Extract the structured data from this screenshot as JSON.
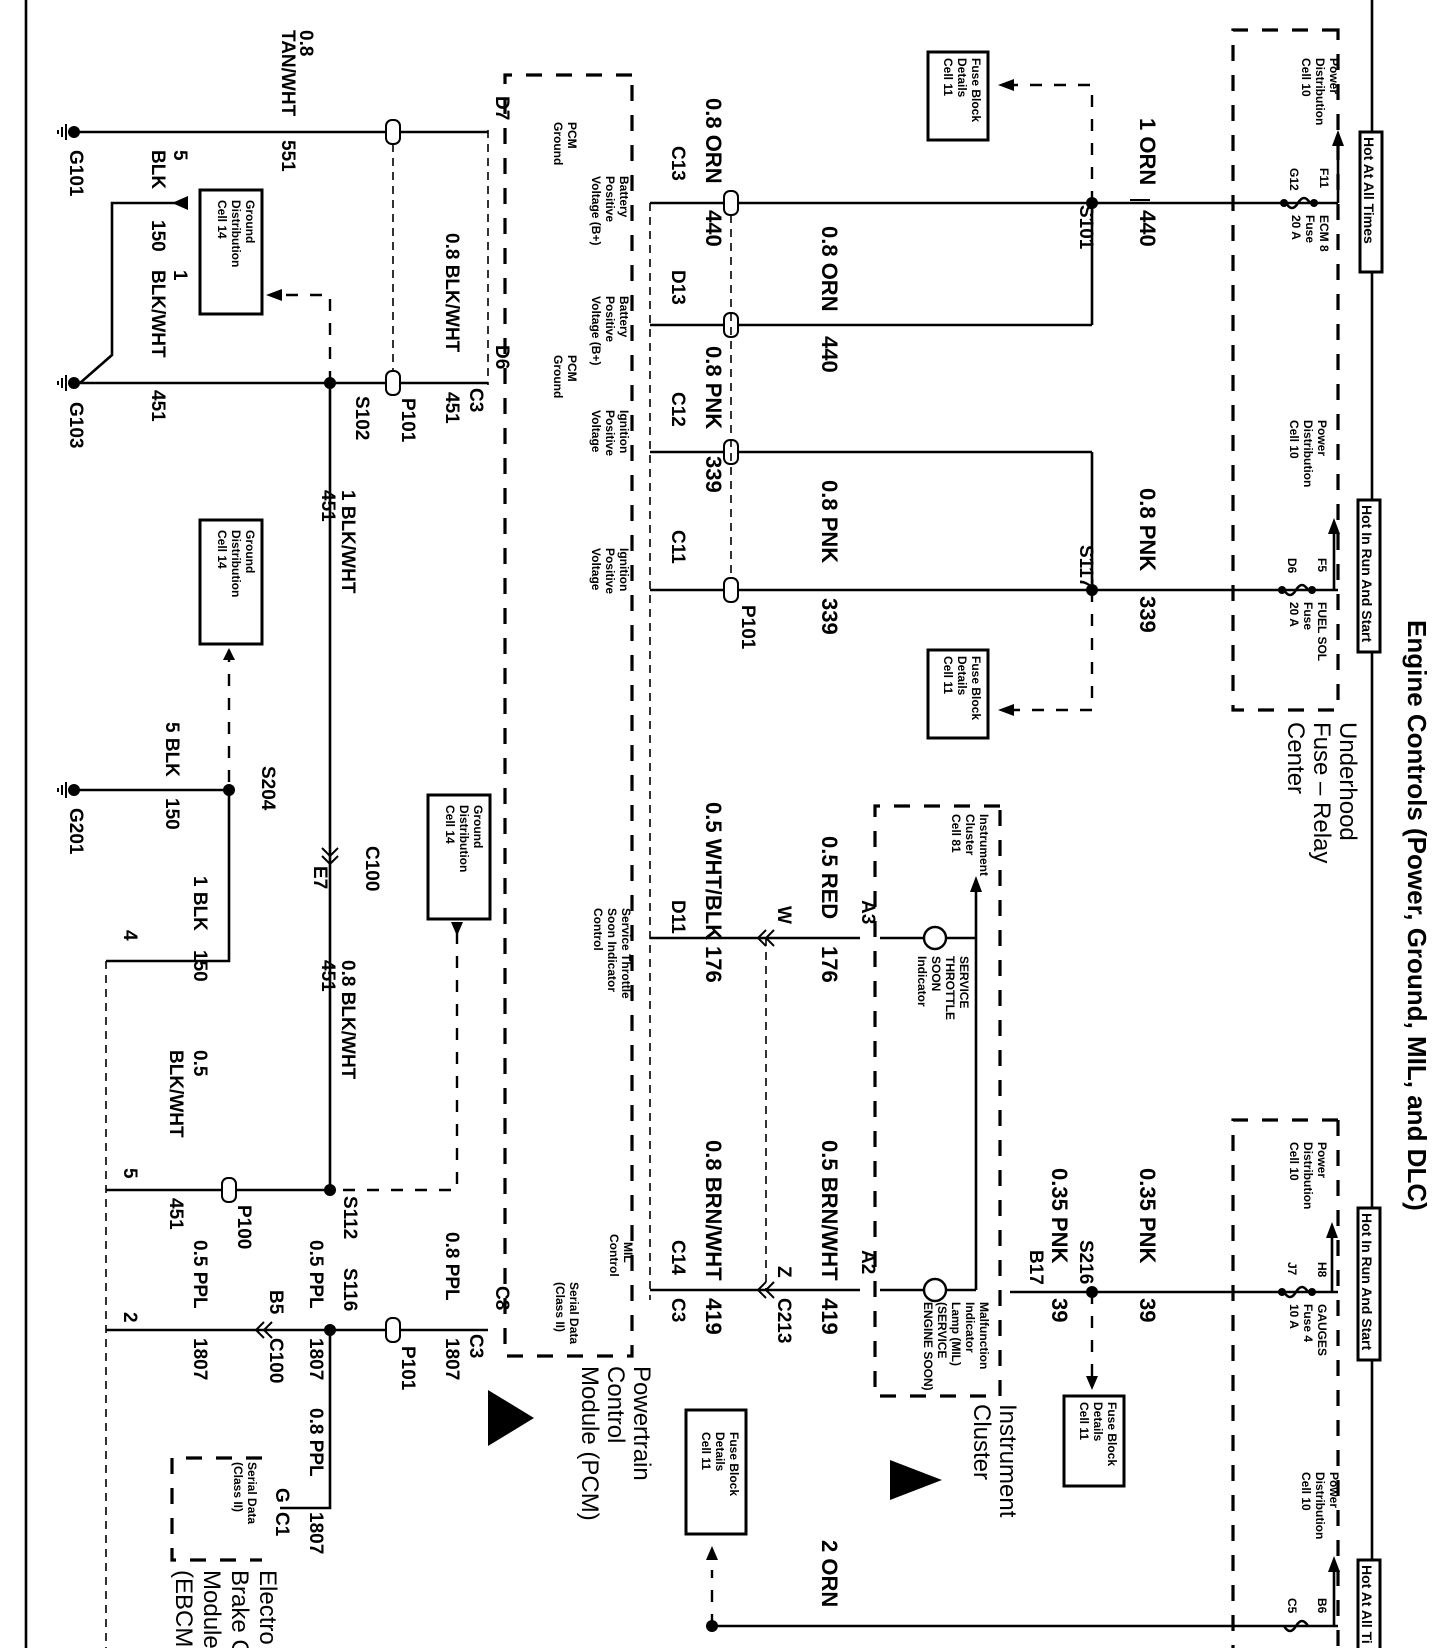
{
  "title": "Engine Controls (Power, Ground, MIL, and DLC)",
  "hot_labels": {
    "hot_at_all_times_1": "Hot At All Times",
    "hot_in_run_and_start_1": "Hot In Run And Start",
    "hot_in_run_and_start_2": "Hot In Run And Start",
    "hot_at_all_times_2": "Hot At All Ti"
  },
  "underhood": {
    "line1": "Underhood",
    "line2": "Fuse – Relay",
    "line3": "Center"
  },
  "power_distribution": {
    "line1": "Power",
    "line2": "Distribution",
    "line3": "Cell 10"
  },
  "fuses": [
    {
      "name": "ECM 8",
      "label2": "Fuse",
      "rating": "20 A",
      "in_pin": "F11",
      "out_pin": "G12"
    },
    {
      "name": "FUEL SOL",
      "label2": "Fuse",
      "rating": "20 A",
      "in_pin": "F5",
      "out_pin": "D6"
    },
    {
      "name": "GAUGES",
      "label2": "Fuse 4",
      "rating": "10 A",
      "in_pin": "H8",
      "out_pin": "J7"
    },
    {
      "name": "",
      "label2": "",
      "rating": "",
      "in_pin": "B6",
      "out_pin": "C5"
    }
  ],
  "fuse_block_ref": {
    "line1": "Fuse Block",
    "line2": "Details",
    "line3": "Cell 11"
  },
  "ground_dist_ref": {
    "line1": "Ground",
    "line2": "Distribution",
    "line3": "Cell 14"
  },
  "splices": {
    "s101": "S101",
    "s117": "S117",
    "s216": "S216",
    "s102": "S102",
    "s204": "S204",
    "s112": "S112",
    "s116": "S116"
  },
  "wires": {
    "w1_orn_440_a": {
      "color": "1 ORN",
      "circuit": "440"
    },
    "w_orn_440_b": {
      "color": "0.8 ORN",
      "circuit": "440"
    },
    "w_orn_440_c": {
      "color": "0.8 ORN",
      "circuit": "440"
    },
    "w_pnk_339_a": {
      "color": "0.8 PNK",
      "circuit": "339"
    },
    "w_pnk_339_b": {
      "color": "0.8 PNK",
      "circuit": "339"
    },
    "w_pnk_339_c": {
      "color": "0.8 PNK",
      "circuit": "339"
    },
    "w_pnk_39_a": {
      "color": "0.35 PNK",
      "circuit": "39"
    },
    "w_pnk_39_b": {
      "color": "0.35 PNK",
      "circuit": "39"
    },
    "w_orn_2": {
      "color": "2 ORN",
      "circuit": ""
    },
    "w_red_176": {
      "color": "0.5 RED",
      "circuit": "176"
    },
    "w_whtblk_176": {
      "color": "0.5 WHT/BLK",
      "circuit": "176"
    },
    "w_brnwht_419_a": {
      "color": "0.5 BRN/WHT",
      "circuit": "419"
    },
    "w_brnwht_419_b": {
      "color": "0.8 BRN/WHT",
      "circuit": "419"
    },
    "w_tanwht_551": {
      "size": "0.8",
      "color": "TAN/WHT",
      "circuit": "551"
    },
    "w_blkwht_451_a": {
      "color": "0.8 BLK/WHT",
      "circuit": "451"
    },
    "w_blkwht_451_b": {
      "color": "1 BLK/WHT",
      "circuit": "451"
    },
    "w_blkwht_451_c": {
      "color": "0.8 BLK/WHT",
      "circuit": "451"
    },
    "w_blkwht_451_d": {
      "size": "0.5",
      "color": "BLK/WHT",
      "circuit": "451"
    },
    "w_blk_150_a": {
      "size": "5",
      "color": "BLK",
      "circuit": "150"
    },
    "w_blkwht_451_g103": {
      "size": "1",
      "color": "BLK/WHT",
      "circuit": "451"
    },
    "w_blk_150_b": {
      "color": "5 BLK",
      "circuit": "150"
    },
    "w_blk_150_c": {
      "color": "1 BLK",
      "circuit": "150"
    },
    "w_ppl_1807_a": {
      "color": "0.8 PPL",
      "circuit": "1807"
    },
    "w_ppl_1807_b": {
      "color": "0.5 PPL",
      "circuit": "1807"
    },
    "w_ppl_1807_c": {
      "color": "0.5 PPL",
      "circuit": "1807"
    },
    "w_ppl_1807_d": {
      "color": "0.8 PPL",
      "circuit": "1807"
    }
  },
  "pcm": {
    "name_line1": "Powertrain",
    "name_line2": "Control",
    "name_line3": "Module (PCM)",
    "pins": {
      "c13": "C13",
      "d13": "D13",
      "c12": "C12",
      "c11": "C11",
      "d7": "D7",
      "d6": "D6",
      "c3a": "C3",
      "d11": "D11",
      "c14": "C14",
      "c3b": "C3",
      "c8": "C8",
      "c3c": "C3"
    },
    "functions": {
      "pcm_ground_1": [
        "PCM",
        "Ground"
      ],
      "pcm_ground_2": [
        "PCM",
        "Ground"
      ],
      "bplus_1": [
        "Battery",
        "Positive",
        "Voltage (B+)"
      ],
      "bplus_2": [
        "Battery",
        "Positive",
        "Voltage (B+)"
      ],
      "ign_1": [
        "Ignition",
        "Positive",
        "Voltage"
      ],
      "ign_2": [
        "Ignition",
        "Positive",
        "Voltage"
      ],
      "stsi": [
        "Service Throttle",
        "Soon Indicator",
        "Control"
      ],
      "mil": [
        "MIL",
        "Control"
      ],
      "serial": [
        "Serial Data",
        "(Class II)"
      ]
    }
  },
  "instrument_cluster": {
    "name_line1": "Instrument",
    "name_line2": "Cluster",
    "ref": [
      "Instrument",
      "Cluster",
      "Cell 81"
    ],
    "service_throttle": [
      "SERVICE",
      "THROTTLE",
      "SOON",
      "Indicator"
    ],
    "mil": [
      "Malfunction",
      "Indicator",
      "Lamp (MIL)",
      "(SERVICE",
      "ENGINE SOON)"
    ],
    "pins": {
      "a3": "A3",
      "a2": "A2",
      "b17": "B17"
    }
  },
  "connectors": {
    "p101_a": "P101",
    "p101_b": "P101",
    "p101_c": "P101",
    "p100": "P100",
    "c100_a": "C100",
    "e7": "E7",
    "c100_b": "C100",
    "b5": "B5",
    "w": "W",
    "z": "Z",
    "c213": "C213",
    "pin4": "4",
    "pin5": "5",
    "pin2": "2"
  },
  "grounds": {
    "g101": "G101",
    "g103": "G103",
    "g201": "G201"
  },
  "ebcm": {
    "line1": "Electro",
    "line2": "Brake C",
    "line3": "Module",
    "line4": "(EBCM",
    "pin_g": "G",
    "pin_c1": "C1",
    "func": [
      "Serial Data",
      "(Class II)"
    ]
  }
}
